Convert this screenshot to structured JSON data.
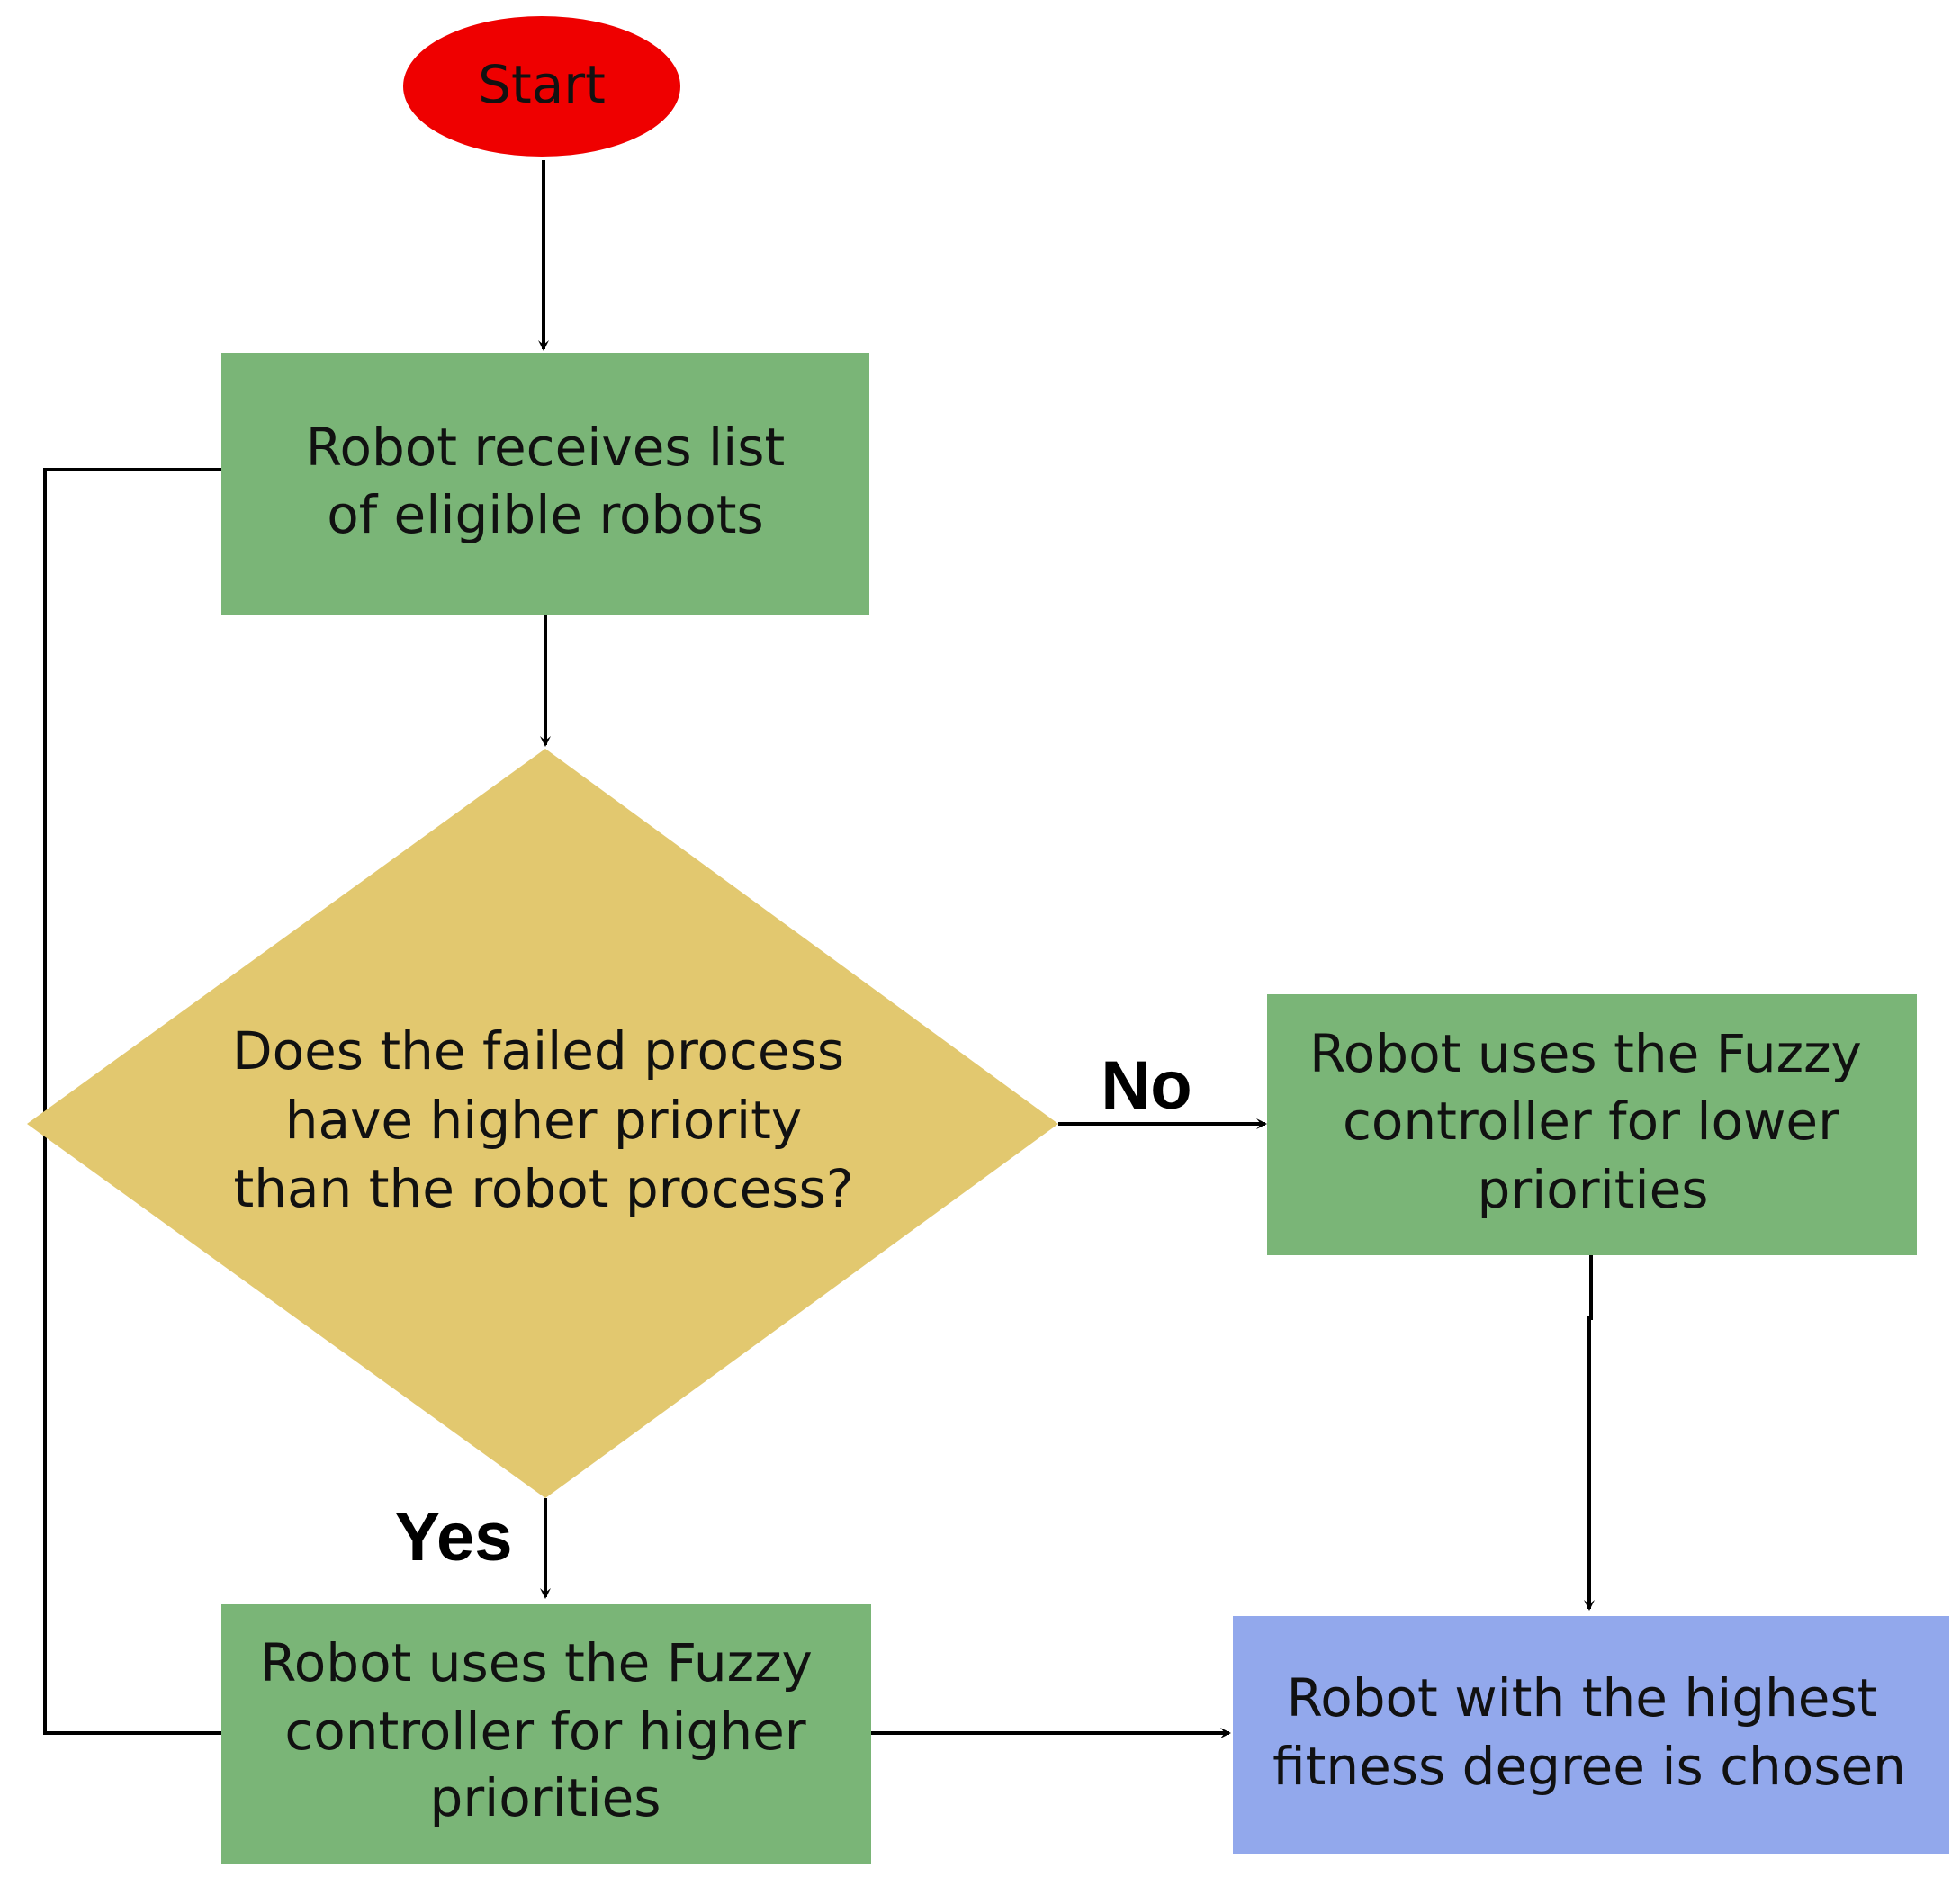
{
  "flowchart": {
    "colors": {
      "start": "#ef0000",
      "process": "#7ab577",
      "decision": "#e2c86f",
      "result": "#92a8ec",
      "line": "#000000"
    },
    "start": {
      "label": "Start"
    },
    "receive_list": {
      "lines": [
        "Robot receives list",
        "of eligible robots"
      ]
    },
    "decision": {
      "lines": [
        "Does the failed process",
        "have higher priority",
        "than the robot process?"
      ]
    },
    "lower_controller": {
      "lines": [
        "Robot uses the Fuzzy",
        "controller for lower",
        "priorities"
      ]
    },
    "higher_controller": {
      "lines": [
        "Robot uses the Fuzzy",
        "controller for higher",
        "priorities"
      ]
    },
    "result": {
      "lines": [
        "Robot with the highest",
        "fitness degree is chosen"
      ]
    },
    "edges": {
      "no_label": "No",
      "yes_label": "Yes"
    }
  }
}
